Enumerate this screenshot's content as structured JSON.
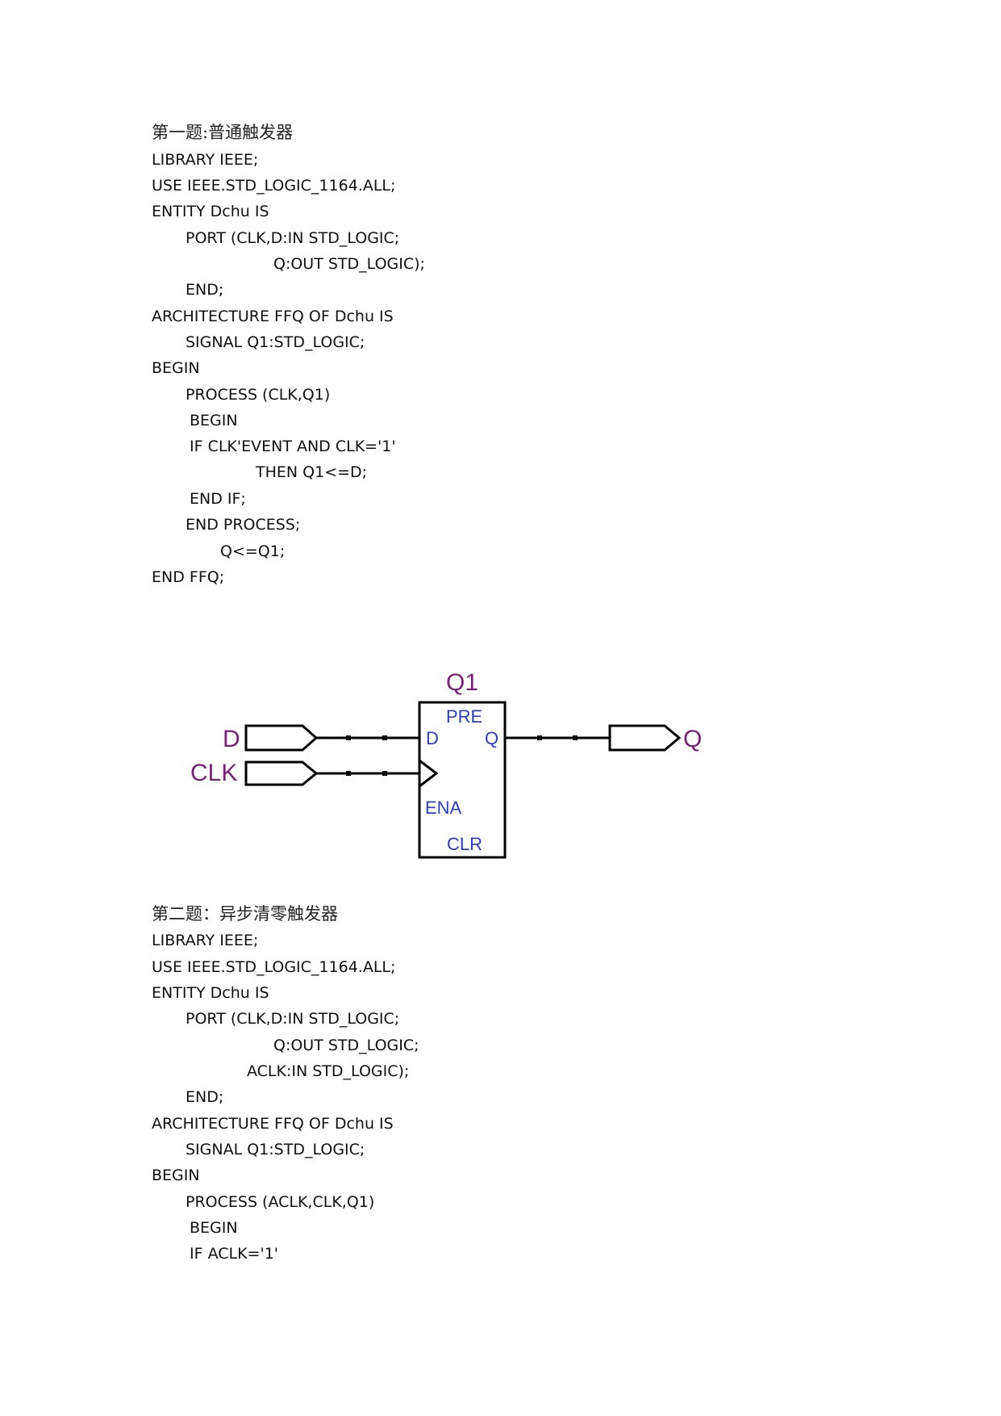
{
  "section1": {
    "heading": "第一题:普通触发器",
    "code": [
      "LIBRARY IEEE;",
      "USE IEEE.STD_LOGIC_1164.ALL;",
      "ENTITY Dchu IS",
      "PORT (CLK,D:IN STD_LOGIC;",
      "Q:OUT STD_LOGIC);",
      "END;",
      "ARCHITECTURE FFQ OF Dchu IS",
      "SIGNAL Q1:STD_LOGIC;",
      "BEGIN",
      "PROCESS (CLK,Q1)",
      "BEGIN",
      "IF CLK'EVENT AND CLK='1'",
      "THEN Q1<=D;",
      "END IF;",
      "END PROCESS;",
      "Q<=Q1;",
      "END FFQ;"
    ]
  },
  "diagram": {
    "instance_name": "Q1",
    "input_d": "D",
    "input_clk": "CLK",
    "output_q": "Q",
    "pin_pre": "PRE",
    "pin_d": "D",
    "pin_q": "Q",
    "pin_ena": "ENA",
    "pin_clr": "CLR",
    "label_color": "#7a1f7a",
    "pin_color": "#2a3cc8"
  },
  "section2": {
    "heading": "第二题：异步清零触发器",
    "code": [
      "LIBRARY IEEE;",
      "USE IEEE.STD_LOGIC_1164.ALL;",
      "ENTITY Dchu IS",
      "PORT (CLK,D:IN STD_LOGIC;",
      "Q:OUT STD_LOGIC;",
      "ACLK:IN STD_LOGIC);",
      "END;",
      "ARCHITECTURE FFQ OF Dchu IS",
      "SIGNAL Q1:STD_LOGIC;",
      "BEGIN",
      "PROCESS (ACLK,CLK,Q1)",
      "BEGIN",
      "IF ACLK='1'"
    ]
  }
}
